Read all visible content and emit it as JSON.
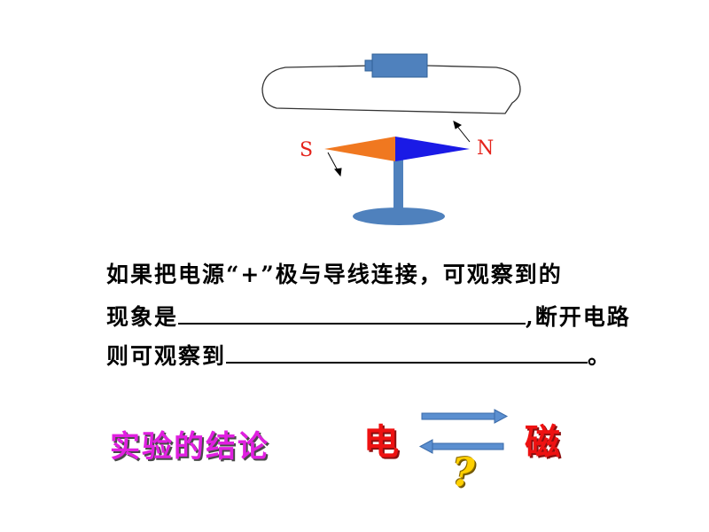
{
  "diagram": {
    "label_s": "S",
    "label_n": "N",
    "colors": {
      "battery": "#4f81bd",
      "needle_south": "#f07820",
      "needle_north": "#1a1ae6",
      "stand": "#4f81bd",
      "arrow_fill": "#5b8fd0",
      "pole_labels": "#e4231b"
    },
    "icons": [
      "battery-icon",
      "compass-needle-icon",
      "arrow-right-icon",
      "arrow-left-icon"
    ]
  },
  "question": {
    "line1": "如果把电源“+”极与导线连接，可观察到的",
    "line2_prefix": "现象是",
    "line2_suffix": ",断开电路",
    "line3_prefix": "则可观察到",
    "line3_suffix": "。"
  },
  "conclusion": {
    "label": "实验的结论",
    "electric": "电",
    "magnetic": "磁",
    "question_mark": "?"
  }
}
